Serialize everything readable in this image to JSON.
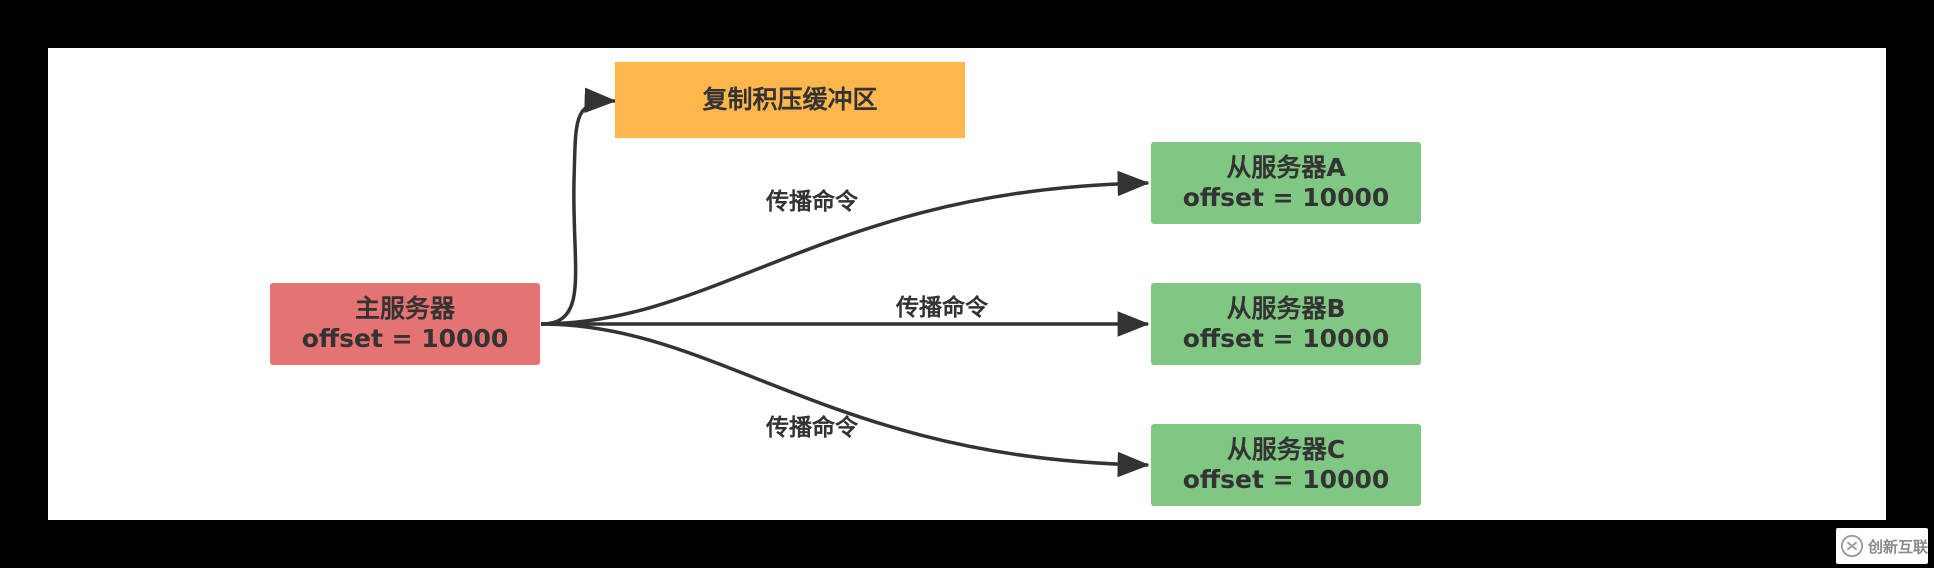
{
  "colors": {
    "background": "#000000",
    "canvas": "#ffffff",
    "master": "#e57373",
    "buffer": "#ffb74d",
    "slave": "#81c784",
    "edge": "#333333",
    "text": "#333333"
  },
  "buffer": {
    "label": "复制积压缓冲区"
  },
  "master": {
    "name": "主服务器",
    "offset": "offset = 10000"
  },
  "slaves": [
    {
      "name": "从服务器A",
      "offset": "offset = 10000"
    },
    {
      "name": "从服务器B",
      "offset": "offset = 10000"
    },
    {
      "name": "从服务器C",
      "offset": "offset = 10000"
    }
  ],
  "edge_labels": [
    "传播命令",
    "传播命令",
    "传播命令"
  ],
  "watermark": {
    "icon": "logo-icon",
    "text": "创新互联"
  }
}
